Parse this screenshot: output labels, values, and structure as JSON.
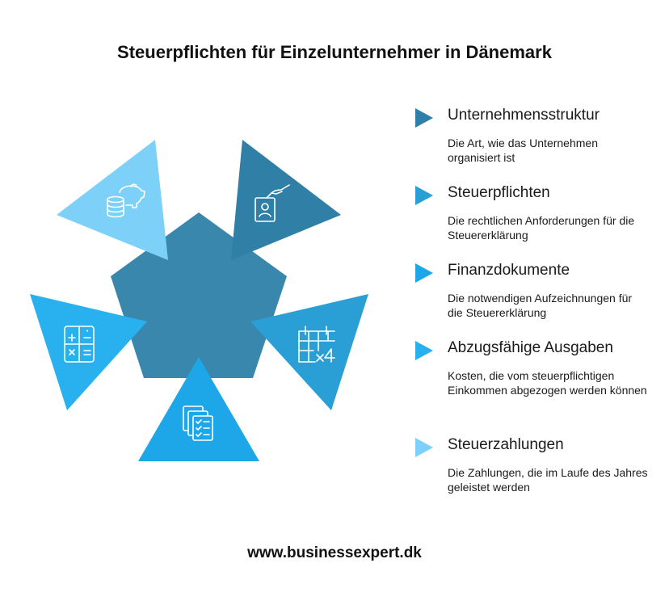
{
  "title": "Steuerpflichten für Einzelunternehmer in Dänemark",
  "colors": {
    "pentagon": "#3a87ad",
    "dark": "#2f7fa6",
    "mid": "#2a9fd6",
    "bright": "#1ea7e8",
    "light": "#7dd0f7",
    "sky": "#29b1ef"
  },
  "diagram": {
    "shapes": [
      {
        "name": "piggy-bank-triangle",
        "color": "#7dd0f7",
        "icon": "piggy-bank-coins-icon"
      },
      {
        "name": "document-hand-triangle",
        "color": "#2f7fa6",
        "icon": "id-document-hand-icon"
      },
      {
        "name": "calendar-triangle",
        "color": "#2a9fd6",
        "icon": "calendar-grid-icon"
      },
      {
        "name": "checklist-triangle",
        "color": "#1ea7e8",
        "icon": "checklist-documents-icon"
      },
      {
        "name": "calculator-triangle",
        "color": "#29b1ef",
        "icon": "calculator-icon"
      }
    ]
  },
  "legend": {
    "items": [
      {
        "heading": "Unternehmensstruktur",
        "description": "Die Art, wie das Unternehmen organisiert ist",
        "color": "#2f7fa6"
      },
      {
        "heading": "Steuerpflichten",
        "description": "Die rechtlichen Anforderungen für die Steuererklärung",
        "color": "#2a9fd6"
      },
      {
        "heading": "Finanzdokumente",
        "description": "Die notwendigen Aufzeichnungen für die Steuererklärung",
        "color": "#1ea7e8"
      },
      {
        "heading": "Abzugsfähige Ausgaben",
        "description": "Kosten, die vom steuerpflichtigen Einkommen abgezogen werden können",
        "color": "#29b1ef"
      },
      {
        "heading": "Steuerzahlungen",
        "description": "Die Zahlungen, die im Laufe des Jahres geleistet werden",
        "color": "#7dd0f7"
      }
    ]
  },
  "footer": "www.businessexpert.dk"
}
